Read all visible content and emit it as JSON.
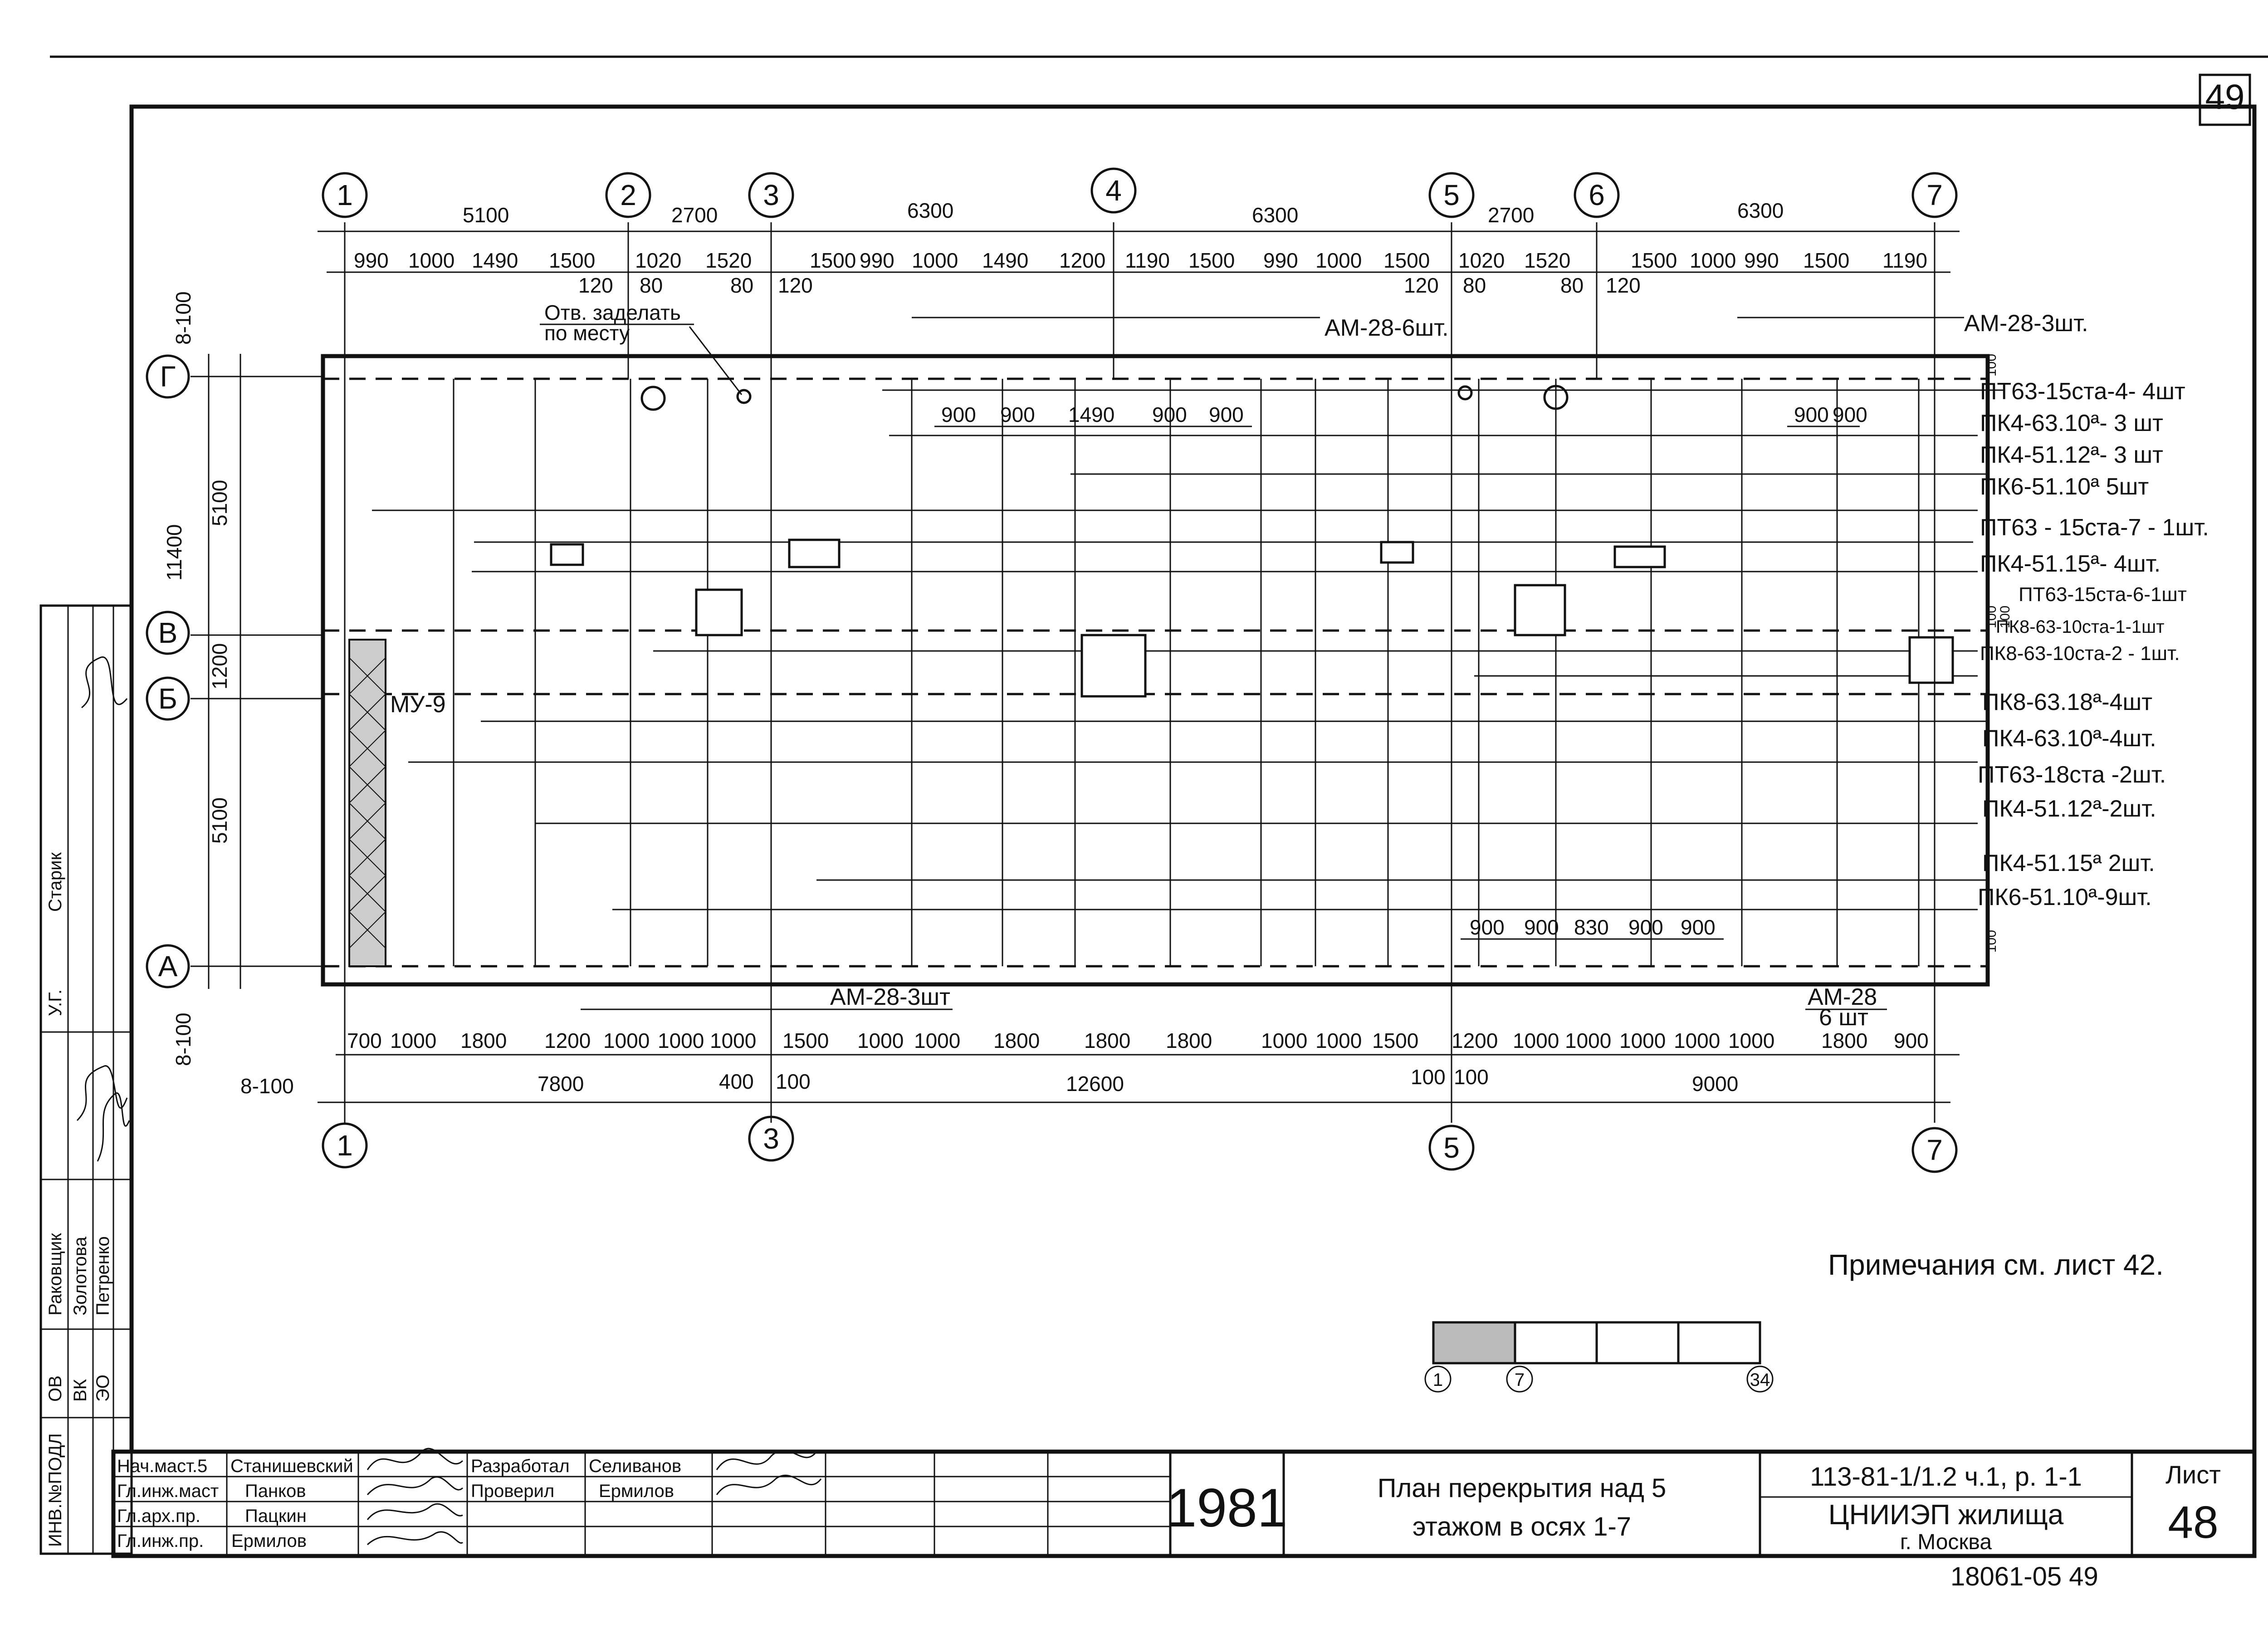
{
  "sheet": {
    "page_number": "49",
    "note": "Примечания см. лист 42.",
    "bottom_code": "18061-05  49"
  },
  "axes": {
    "top": [
      "1",
      "2",
      "3",
      "4",
      "5",
      "6",
      "7"
    ],
    "bottom": [
      "1",
      "3",
      "5",
      "7"
    ],
    "rows": [
      "Г",
      "В",
      "Б",
      "А"
    ]
  },
  "dims": {
    "top_main": [
      "5100",
      "2700",
      "6300",
      "6300",
      "2700",
      "6300"
    ],
    "top_sub": [
      "990",
      "1000",
      "1490",
      "1500",
      "1020",
      "1520",
      "1500",
      "990",
      "1000",
      "1490",
      "1200",
      "1190",
      "1500",
      "990",
      "1000",
      "1500",
      "1020",
      "1520",
      "1500",
      "1000",
      "990",
      "1500",
      "1190"
    ],
    "top_small": [
      "120",
      "80",
      "80",
      "120",
      "120",
      "80",
      "80",
      "120"
    ],
    "left_total": "11400",
    "left_parts": [
      "5100",
      "1200",
      "5100"
    ],
    "left_offsets": [
      "8-100",
      "8-100",
      "8-100"
    ],
    "bottom_sub": [
      "700",
      "1000",
      "1800",
      "1200",
      "1000",
      "1000",
      "1000",
      "1500",
      "1000",
      "1000",
      "1800",
      "1800",
      "1800",
      "1000",
      "1000",
      "1500",
      "1200",
      "1000",
      "1000",
      "1000",
      "1000",
      "1000",
      "1800",
      "900"
    ],
    "bottom_main": [
      "7800",
      "400",
      "100",
      "12600",
      "100",
      "100",
      "9000"
    ],
    "inner_top_left": [
      "900",
      "900",
      "1490",
      "900",
      "900"
    ],
    "inner_top_right": [
      "900",
      "900"
    ],
    "inner_bottom_right": [
      "900",
      "900",
      "830",
      "900",
      "900"
    ],
    "small_right": [
      "100",
      "100",
      "100",
      "100"
    ]
  },
  "annotations": {
    "opening_note": [
      "Отв. заделать",
      "по месту"
    ],
    "am_top_left": "АМ-28-6шт.",
    "am_top_right": "АМ-28-3шт.",
    "am_bottom_left": "АМ-28-3шт",
    "am_bottom_right": [
      "АМ-28",
      "6 шт"
    ],
    "mu": "МУ-9"
  },
  "schedule": [
    "ПТ63-15ста-4- 4шт",
    "ПК4-63.10ª- 3 шт",
    "ПК4-51.12ª- 3 шт",
    "ПК6-51.10ª 5шт",
    "ПТ63 - 15ста-7 - 1шт.",
    "ПК4-51.15ª- 4шт.",
    "ПТ63-15ста-6-1шт",
    "ПК8-63-10ста-1-1шт",
    "ПК8-63-10ста-2 - 1шт.",
    "ПК8-63.18ª-4шт",
    "ПК4-63.10ª-4шт.",
    "ПТ63-18ста  -2шт.",
    "ПК4-51.12ª-2шт.",
    "ПК4-51.15ª 2шт.",
    "ПК6-51.10ª-9шт."
  ],
  "key_plan": {
    "labels": [
      "1",
      "7",
      "34"
    ]
  },
  "side_stamp": {
    "rows": [
      {
        "role": "У.Г.",
        "name": "Старик"
      },
      {
        "role": "ОВ",
        "name": "Раковщик"
      },
      {
        "role": "ВК",
        "name": "Золотова"
      },
      {
        "role": "ЭО",
        "name": "Петренко"
      }
    ],
    "inv": "ИНВ.№ПОДЛ"
  },
  "title_block": {
    "staff_left": [
      {
        "role": "Нач.маст.5",
        "name": "Станишевский"
      },
      {
        "role": "Гл.инж.маст",
        "name": "Панков"
      },
      {
        "role": "Гл.арх.пр.",
        "name": "Пацкин"
      },
      {
        "role": "Гл.инж.пр.",
        "name": "Ермилов"
      }
    ],
    "staff_right": [
      {
        "role": "Разработал",
        "name": "Селиванов"
      },
      {
        "role": "Проверил",
        "name": "Ермилов"
      }
    ],
    "year": "1981",
    "title": [
      "План перекрытия над 5",
      "этажом в осях 1-7"
    ],
    "code": "113-81-1/1.2  ч.1, р. 1-1",
    "org": "ЦНИИЭП жилища",
    "city": "г. Москва",
    "sheet_label": "Лист",
    "sheet_no": "48"
  }
}
